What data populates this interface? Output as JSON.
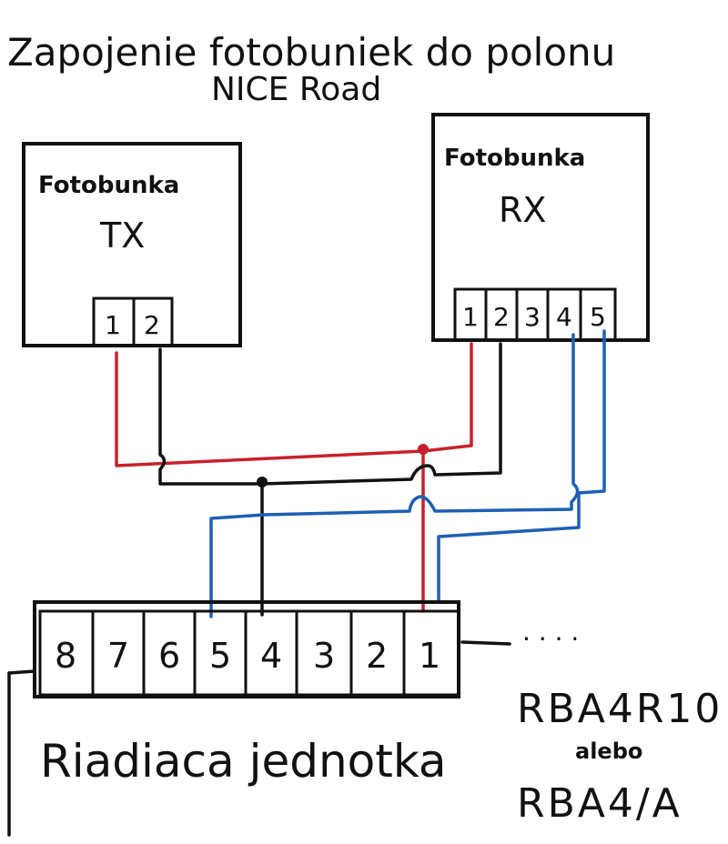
{
  "title": "Zapojenie fotobuniek do polonu",
  "subtitle": "NICE Road",
  "tx": {
    "label": "Fotobunka",
    "code": "TX",
    "terminals": [
      "1",
      "2"
    ]
  },
  "rx": {
    "label": "Fotobunka",
    "code": "RX",
    "terminals": [
      "1",
      "2",
      "3",
      "4",
      "5"
    ]
  },
  "control_unit": {
    "label": "Riadiaca jednotka",
    "terminals": [
      "8",
      "7",
      "6",
      "5",
      "4",
      "3",
      "2",
      "1"
    ],
    "continuation": "· · · ·"
  },
  "models": {
    "primary": "RBA4R10",
    "connector": "alebo",
    "secondary": "RBA4/A"
  },
  "colors": {
    "red_wire": "#c8202c",
    "black_wire": "#111111",
    "blue_wire": "#1e5fb4",
    "ink": "#111111"
  }
}
